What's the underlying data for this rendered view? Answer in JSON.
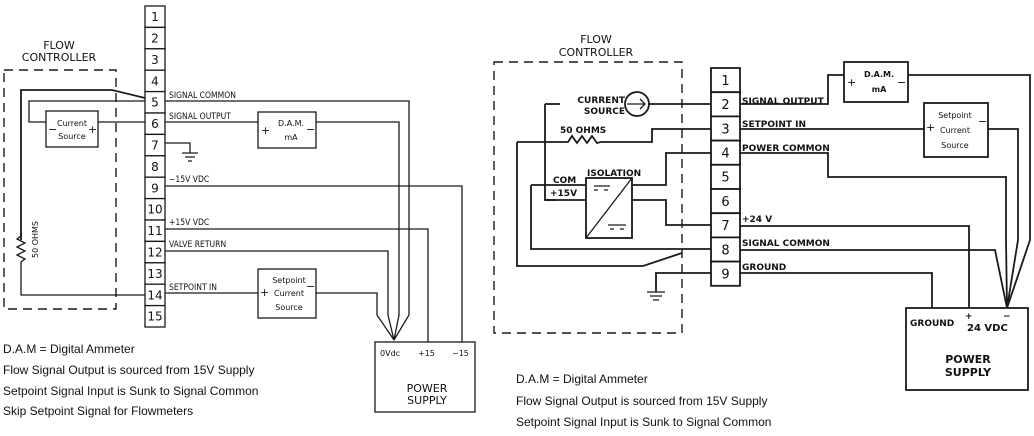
{
  "left_diagram": {
    "controller_title": [
      "FLOW",
      "CONTROLLER"
    ],
    "terminals": [
      "1",
      "2",
      "3",
      "4",
      "5",
      "6",
      "7",
      "8",
      "9",
      "10",
      "11",
      "12",
      "13",
      "14",
      "15"
    ],
    "signals": {
      "pin5": "SIGNAL  COMMON",
      "pin6": "SIGNAL  OUTPUT",
      "pin9": "−15V  VDC",
      "pin11": "+15V  VDC",
      "pin12": "VALVE  RETURN",
      "pin14": "SETPOINT  IN"
    },
    "current_source": {
      "line1": "Current",
      "line2": "Source",
      "minus": "−",
      "plus": "+"
    },
    "resistor_label": "50 OHMS",
    "dam": {
      "line1": "D.A.M.",
      "line2": "mA",
      "plus": "+",
      "minus": "−"
    },
    "setpoint_source": {
      "line1": "Setpoint",
      "line2": "Current",
      "line3": "Source",
      "plus": "+",
      "minus": "−"
    },
    "power_supply": {
      "terminals": [
        "0Vdc",
        "+15",
        "−15"
      ],
      "line1": "POWER",
      "line2": "SUPPLY"
    },
    "notes": [
      "D.A.M = Digital Ammeter",
      "Flow Signal Output is sourced from 15V Supply",
      "Setpoint Signal Input is Sunk to Signal Common",
      "Skip Setpoint Signal for Flowmeters"
    ]
  },
  "right_diagram": {
    "controller_title": [
      "FLOW",
      "CONTROLLER"
    ],
    "terminals": [
      "1",
      "2",
      "3",
      "4",
      "5",
      "6",
      "7",
      "8",
      "9"
    ],
    "signals": {
      "pin2": "SIGNAL  OUTPUT",
      "pin3": "SETPOINT  IN",
      "pin4": "POWER  COMMON",
      "pin7": "+24  V",
      "pin8": "SIGNAL  COMMON",
      "pin9": "GROUND"
    },
    "current_source": {
      "line1": "CURRENT",
      "line2": "SOURCE"
    },
    "resistor_label": "50  OHMS",
    "isolation": {
      "title": "ISOLATION",
      "com": "COM",
      "plus15": "+15V"
    },
    "dam": {
      "line1": "D.A.M.",
      "line2": "mA",
      "plus": "+",
      "minus": "−"
    },
    "setpoint_source": {
      "line1": "Setpoint",
      "line2": "Current",
      "line3": "Source",
      "plus": "+",
      "minus": "−"
    },
    "power_supply": {
      "ground": "GROUND",
      "plus": "+",
      "minus": "−",
      "voltage": "24  VDC",
      "line1": "POWER",
      "line2": "SUPPLY"
    },
    "notes": [
      "D.A.M = Digital Ammeter",
      "Flow Signal Output is sourced from 15V Supply",
      "Setpoint Signal Input is Sunk to Signal Common"
    ]
  }
}
